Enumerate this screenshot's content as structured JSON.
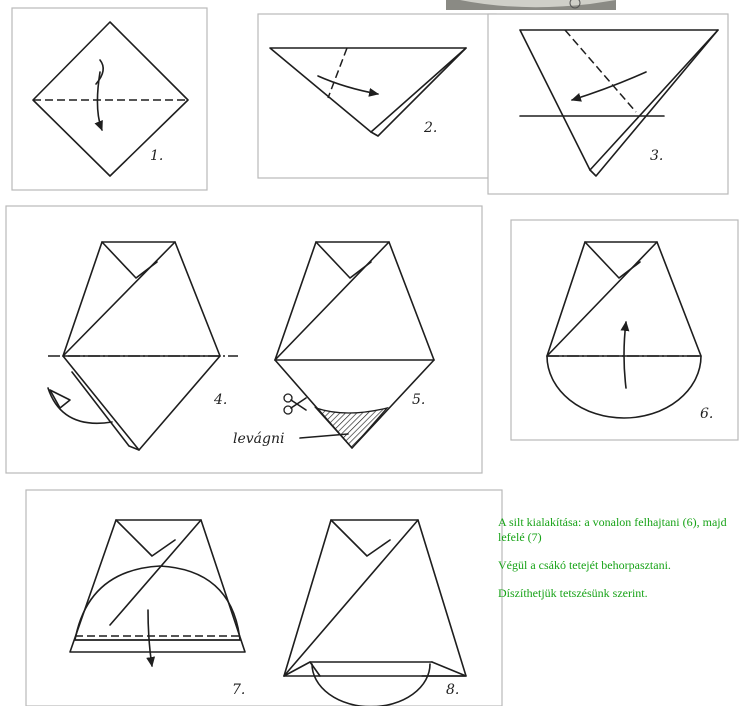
{
  "steps": {
    "s1": "1.",
    "s2": "2.",
    "s3": "3.",
    "s4": "4.",
    "s5": "5.",
    "s6": "6.",
    "s7": "7.",
    "s8": "8."
  },
  "cut_label": "levágni",
  "notes": [
    "A silt kialakítása: a vonalon felhajtani (6), majd lefelé (7)",
    "Végül a csákó tetejét behorpasztani.",
    "Díszíthetjük tetszésünk szerint."
  ],
  "colors": {
    "note_text": "#17a317",
    "line": "#1e1e1e",
    "frame": "#b9b9b9"
  },
  "icons": [
    "scissors-icon",
    "fold-arrow-icon"
  ]
}
